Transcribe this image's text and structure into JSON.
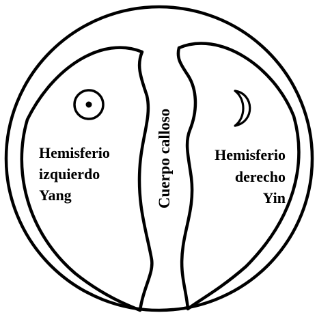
{
  "diagram": {
    "left_hemisphere": {
      "line1": "Hemisferio",
      "line2": "izquierdo",
      "line3": "Yang",
      "symbol": "sun-icon"
    },
    "right_hemisphere": {
      "line1": "Hemisferio",
      "line2": "derecho",
      "line3": "Yin",
      "symbol": "crescent-moon-icon"
    },
    "center_label": "Cuerpo calloso",
    "colors": {
      "ink": "#000000",
      "background": "#ffffff"
    }
  }
}
